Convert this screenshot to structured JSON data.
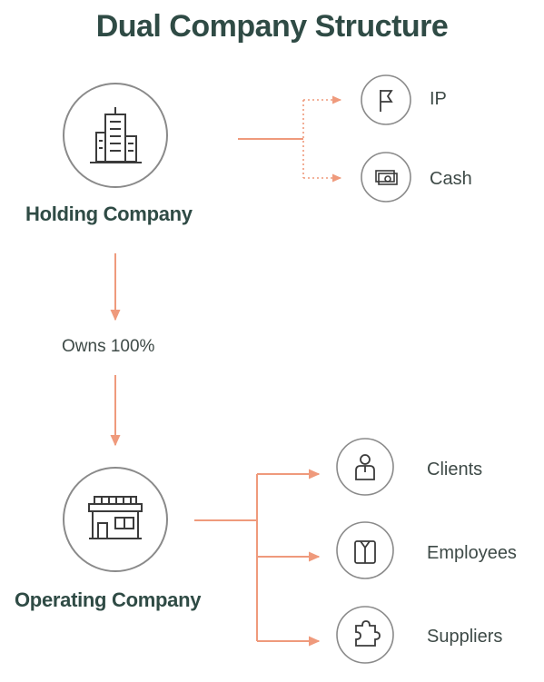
{
  "title": "Dual Company Structure",
  "colors": {
    "heading": "#2f4b45",
    "text": "#3e4a47",
    "connector": "#ef9a7c",
    "circle_stroke": "#8a8a8a",
    "icon": "#3b3b3b"
  },
  "holding": {
    "label": "Holding Company",
    "icon": "office-building-icon",
    "assets": [
      {
        "label": "IP",
        "icon": "flag-icon"
      },
      {
        "label": "Cash",
        "icon": "cash-icon"
      }
    ]
  },
  "ownership": {
    "label": "Owns 100%"
  },
  "operating": {
    "label": "Operating Company",
    "icon": "storefront-icon",
    "relations": [
      {
        "label": "Clients",
        "icon": "person-icon"
      },
      {
        "label": "Employees",
        "icon": "shirt-icon"
      },
      {
        "label": "Suppliers",
        "icon": "puzzle-icon"
      }
    ]
  }
}
